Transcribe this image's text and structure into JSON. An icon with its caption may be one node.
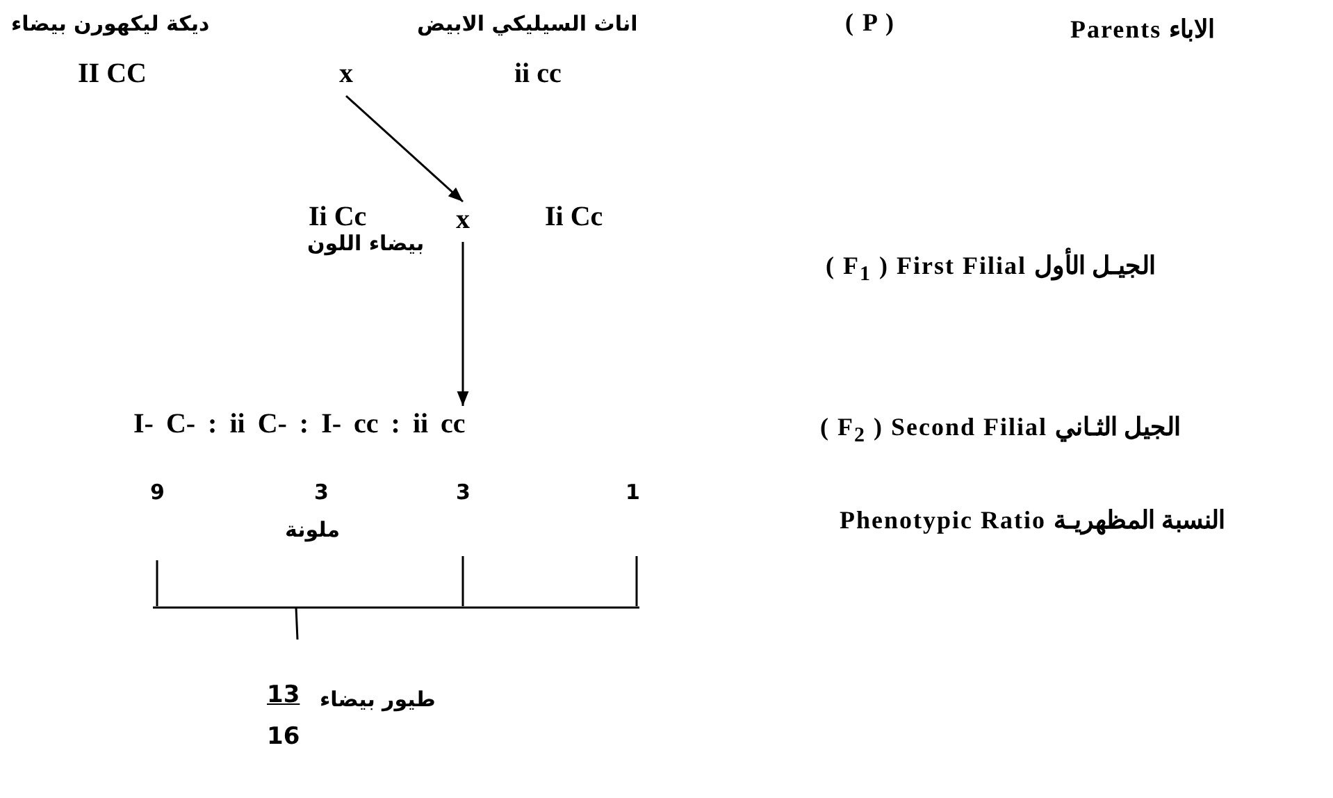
{
  "diagram": {
    "nodes": [
      {
        "text": [
          "ديكة ليكهورن بيضاء",
          "II CC"
        ]
      },
      {
        "text": [
          "x"
        ]
      },
      {
        "text": [
          "اناث السيليكي الابيض",
          "ii cc"
        ]
      },
      {
        "text": [
          "Ii Cc"
        ]
      },
      {
        "text": [
          "x"
        ]
      },
      {
        "text": [
          "Ii Cc"
        ]
      },
      {
        "text": [
          "I- C- : ii C- : I- cc : ii cc"
        ]
      }
    ],
    "edges": [
      {
        "from": 1,
        "to": 4,
        "arrow": "to"
      },
      {
        "from": 4,
        "to": 6,
        "arrow": "to",
        "label": "بيضاء اللون"
      }
    ],
    "labels": [
      "( P )",
      "Parents الاباء",
      "( F$_{1}$ ) First Filial الجيـل الأول",
      "( F$_{2}$ ) Second Filial الجيل الثـاني",
      "9",
      "3",
      "3",
      "1",
      "Phenotypic Ratio النسبة المظهريـة",
      "ملونة",
      "طيور بيضاء",
      "13",
      "16"
    ]
  }
}
